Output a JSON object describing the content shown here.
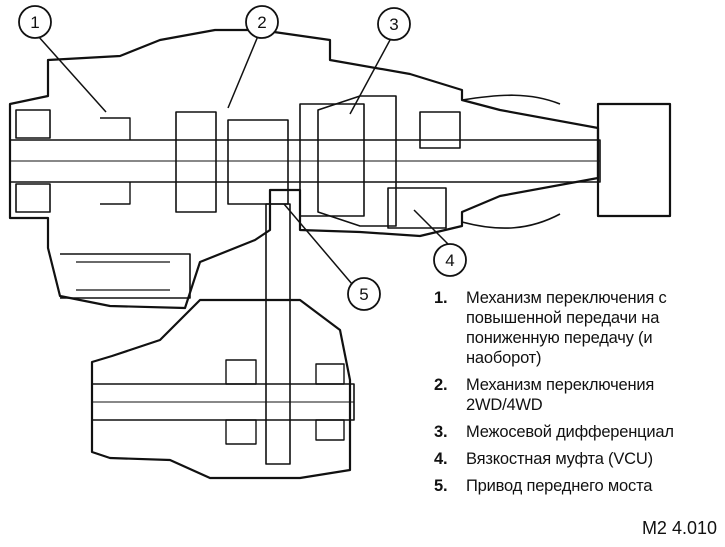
{
  "callouts": [
    "1",
    "2",
    "3",
    "4",
    "5"
  ],
  "legend": [
    {
      "num": "1.",
      "text": "Механизм переключения с повышенной передачи на пониженную передачу (и наоборот)"
    },
    {
      "num": "2.",
      "text": "Механизм переключения 2WD/4WD"
    },
    {
      "num": "3.",
      "text": "Межосевой дифференциал"
    },
    {
      "num": "4.",
      "text": "Вязкостная муфта (VCU)"
    },
    {
      "num": "5.",
      "text": "Привод переднего моста"
    }
  ],
  "figure_code": "M2 4.010"
}
